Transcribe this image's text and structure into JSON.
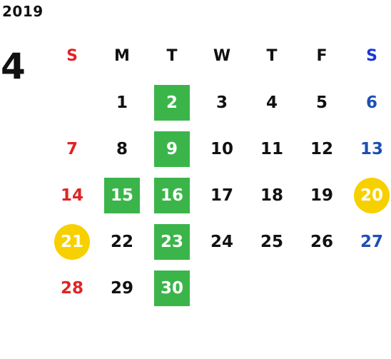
{
  "year": "2019",
  "month": "4",
  "weekdays": [
    "S",
    "M",
    "T",
    "W",
    "T",
    "F",
    "S"
  ],
  "first_weekday_offset": 1,
  "days": [
    {
      "n": "1"
    },
    {
      "n": "2",
      "mark": "green"
    },
    {
      "n": "3"
    },
    {
      "n": "4"
    },
    {
      "n": "5"
    },
    {
      "n": "6"
    },
    {
      "n": "7"
    },
    {
      "n": "8"
    },
    {
      "n": "9",
      "mark": "green"
    },
    {
      "n": "10"
    },
    {
      "n": "11"
    },
    {
      "n": "12"
    },
    {
      "n": "13"
    },
    {
      "n": "14"
    },
    {
      "n": "15",
      "mark": "green"
    },
    {
      "n": "16",
      "mark": "green"
    },
    {
      "n": "17"
    },
    {
      "n": "18"
    },
    {
      "n": "19"
    },
    {
      "n": "20",
      "mark": "yellow"
    },
    {
      "n": "21",
      "mark": "yellow"
    },
    {
      "n": "22"
    },
    {
      "n": "23",
      "mark": "green"
    },
    {
      "n": "24"
    },
    {
      "n": "25"
    },
    {
      "n": "26"
    },
    {
      "n": "27"
    },
    {
      "n": "28"
    },
    {
      "n": "29"
    },
    {
      "n": "30",
      "mark": "green"
    }
  ],
  "colors": {
    "sunday": "#e02424",
    "saturday": "#1e4fb3",
    "green_mark": "#3bb54a",
    "yellow_mark": "#f7d000"
  }
}
